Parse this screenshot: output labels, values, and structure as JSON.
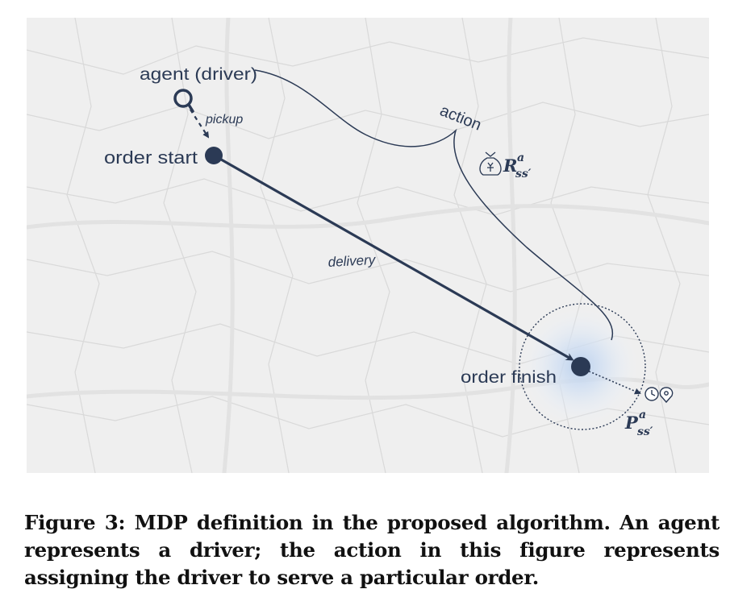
{
  "figure": {
    "labels": {
      "agent": "agent (driver)",
      "pickup": "pickup",
      "order_start": "order start",
      "delivery": "delivery",
      "action": "action",
      "order_finish": "order finish",
      "reward_symbol": "R",
      "reward_sup": "a",
      "reward_sub": "ss′",
      "transition_symbol": "P",
      "transition_sup": "a",
      "transition_sub": "ss′"
    },
    "colors": {
      "primary": "#2b3a55",
      "map_background": "#efefef",
      "map_roads": "#d6d6d6",
      "glow": "#cddcf0"
    },
    "icons": [
      "person-marker-icon",
      "money-bag-icon",
      "clock-icon",
      "location-pin-icon"
    ]
  },
  "caption": {
    "text": "Figure 3: MDP definition in the proposed algorithm. An agent represents a driver; the action in this figure represents assigning the driver to serve a particular order."
  }
}
